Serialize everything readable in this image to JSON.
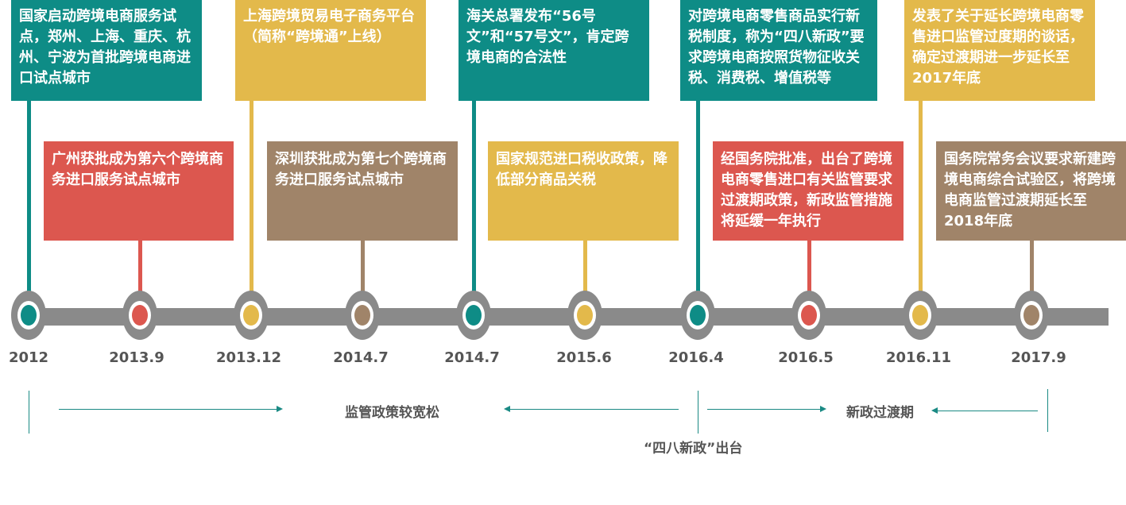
{
  "colors": {
    "teal": "#0e8c86",
    "yellow": "#e3b94b",
    "red": "#dc574f",
    "brown": "#a08469",
    "bar": "#8a8a8a",
    "date_text": "#555555",
    "annotation_line": "#1a8a84"
  },
  "events_top": [
    {
      "date": "2012",
      "text": "国家启动跨境电商服务试点，郑州、上海、重庆、杭州、宁波为首批跨境电商进口试点城市",
      "color": "teal"
    },
    {
      "date": "2013.12",
      "text": "上海跨境贸易电子商务平台（简称“跨境通”上线）",
      "color": "yellow"
    },
    {
      "date": "2014.7",
      "text": "海关总署发布“56号文”和“57号文”，肯定跨境电商的合法性",
      "color": "teal"
    },
    {
      "date": "2016.4",
      "text": "对跨境电商零售商品实行新税制度，称为“四八新政”要求跨境电商按照货物征收关税、消费税、增值税等",
      "color": "teal"
    },
    {
      "date": "2016.11",
      "text": "发表了关于延长跨境电商零售进口监管过度期的谈话，确定过渡期进一步延长至2017年底",
      "color": "yellow"
    }
  ],
  "events_mid": [
    {
      "date": "2013.9",
      "text": "广州获批成为第六个跨境商务进口服务试点城市",
      "color": "red"
    },
    {
      "date": "2014.7",
      "text": "深圳获批成为第七个跨境商务进口服务试点城市",
      "color": "brown"
    },
    {
      "date": "2015.6",
      "text": "国家规范进口税收政策，降低部分商品关税",
      "color": "yellow"
    },
    {
      "date": "2016.5",
      "text": "经国务院批准，出台了跨境电商零售进口有关监管要求过渡期政策，新政监管措施将延缓一年执行",
      "color": "red"
    },
    {
      "date": "2017.9",
      "text": "国务院常务会议要求新建跨境电商综合试验区，将跨境电商监管过渡期延长至2018年底",
      "color": "brown"
    }
  ],
  "timeline": {
    "dates": [
      "2012",
      "2013.9",
      "2013.12",
      "2014.7",
      "2014.7",
      "2015.6",
      "2016.4",
      "2016.5",
      "2016.11",
      "2017.9"
    ]
  },
  "annotations": {
    "period_1": "监管政策较宽松",
    "period_2": "新政过渡期",
    "milestone": "“四八新政”出台"
  }
}
